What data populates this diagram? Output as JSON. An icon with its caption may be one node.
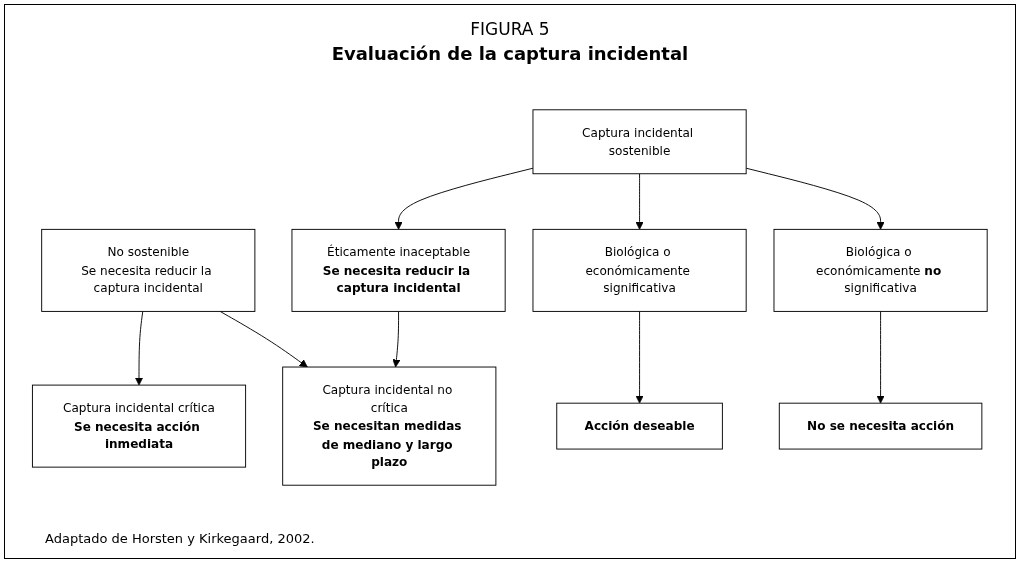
{
  "diagram": {
    "title": "Evaluación de la captura incidental",
    "caption": "Adaptado de Horsten y Kirkegaard, 2002.",
    "labels": [
      "FIGURA 5"
    ],
    "nodes": [
      {
        "text": [
          "No sostenible",
          "Se necesita reducir la captura incidental"
        ]
      },
      {
        "text": [
          "Captura incidental sostenible"
        ]
      },
      {
        "text": [
          "Éticamente inaceptable",
          "**Se necesita reducir la captura incidental**"
        ]
      },
      {
        "text": [
          "Biológica o económicamente significativa"
        ]
      },
      {
        "text": [
          "Biológica o económicamente **no** significativa"
        ]
      },
      {
        "text": [
          "Captura incidental crítica",
          "**Se necesita acción inmediata**"
        ]
      },
      {
        "text": [
          "Captura incidental no crítica",
          "**Se necesitan medidas de mediano y largo plazo**"
        ]
      },
      {
        "text": [
          "**Acción deseable**"
        ]
      },
      {
        "text": [
          "**No se necesita acción**"
        ]
      }
    ],
    "edges": [
      {
        "from": 0,
        "to": 5,
        "arrow": "to"
      },
      {
        "from": 0,
        "to": 6,
        "arrow": "to"
      },
      {
        "from": 1,
        "to": 2,
        "arrow": "to"
      },
      {
        "from": 1,
        "to": 3,
        "arrow": "to"
      },
      {
        "from": 1,
        "to": 4,
        "arrow": "to"
      },
      {
        "from": 2,
        "to": 6,
        "arrow": "to"
      },
      {
        "from": 3,
        "to": 7,
        "arrow": "to"
      },
      {
        "from": 4,
        "to": 8,
        "arrow": "to"
      }
    ]
  }
}
